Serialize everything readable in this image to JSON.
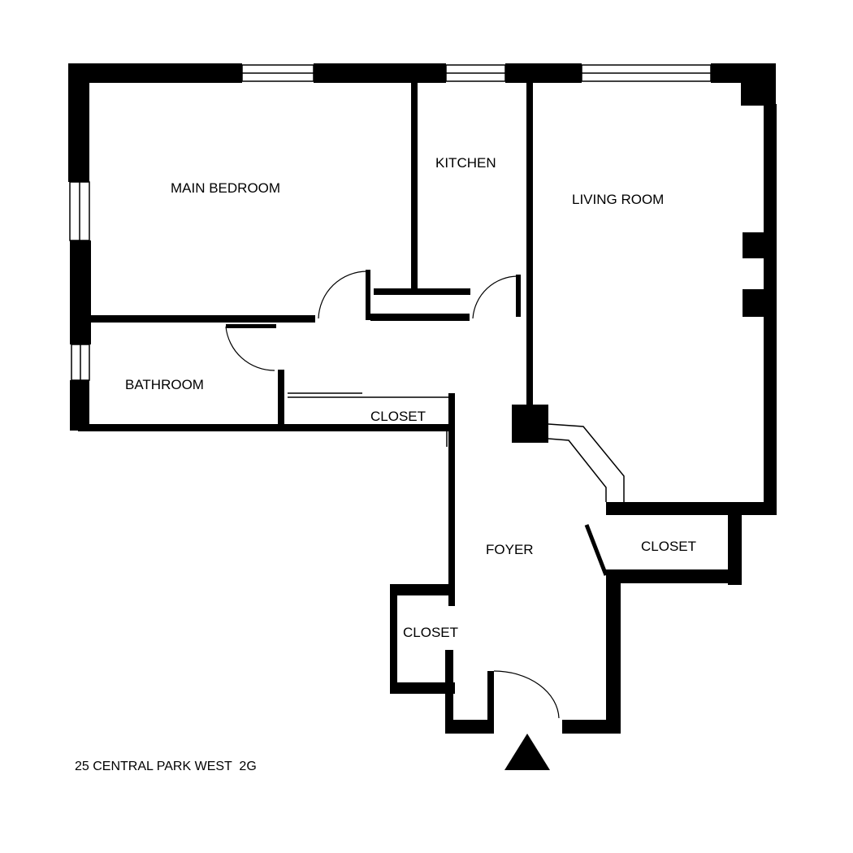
{
  "rooms": {
    "main_bedroom": "MAIN BEDROOM",
    "kitchen": "KITCHEN",
    "living_room": "LIVING ROOM",
    "bathroom": "BATHROOM",
    "closet_hall": "CLOSET",
    "closet_right": "CLOSET",
    "foyer": "FOYER",
    "closet_left": "CLOSET"
  },
  "address": "25 CENTRAL PARK WEST  2G",
  "colors": {
    "wall": "#000000",
    "background": "#ffffff"
  }
}
